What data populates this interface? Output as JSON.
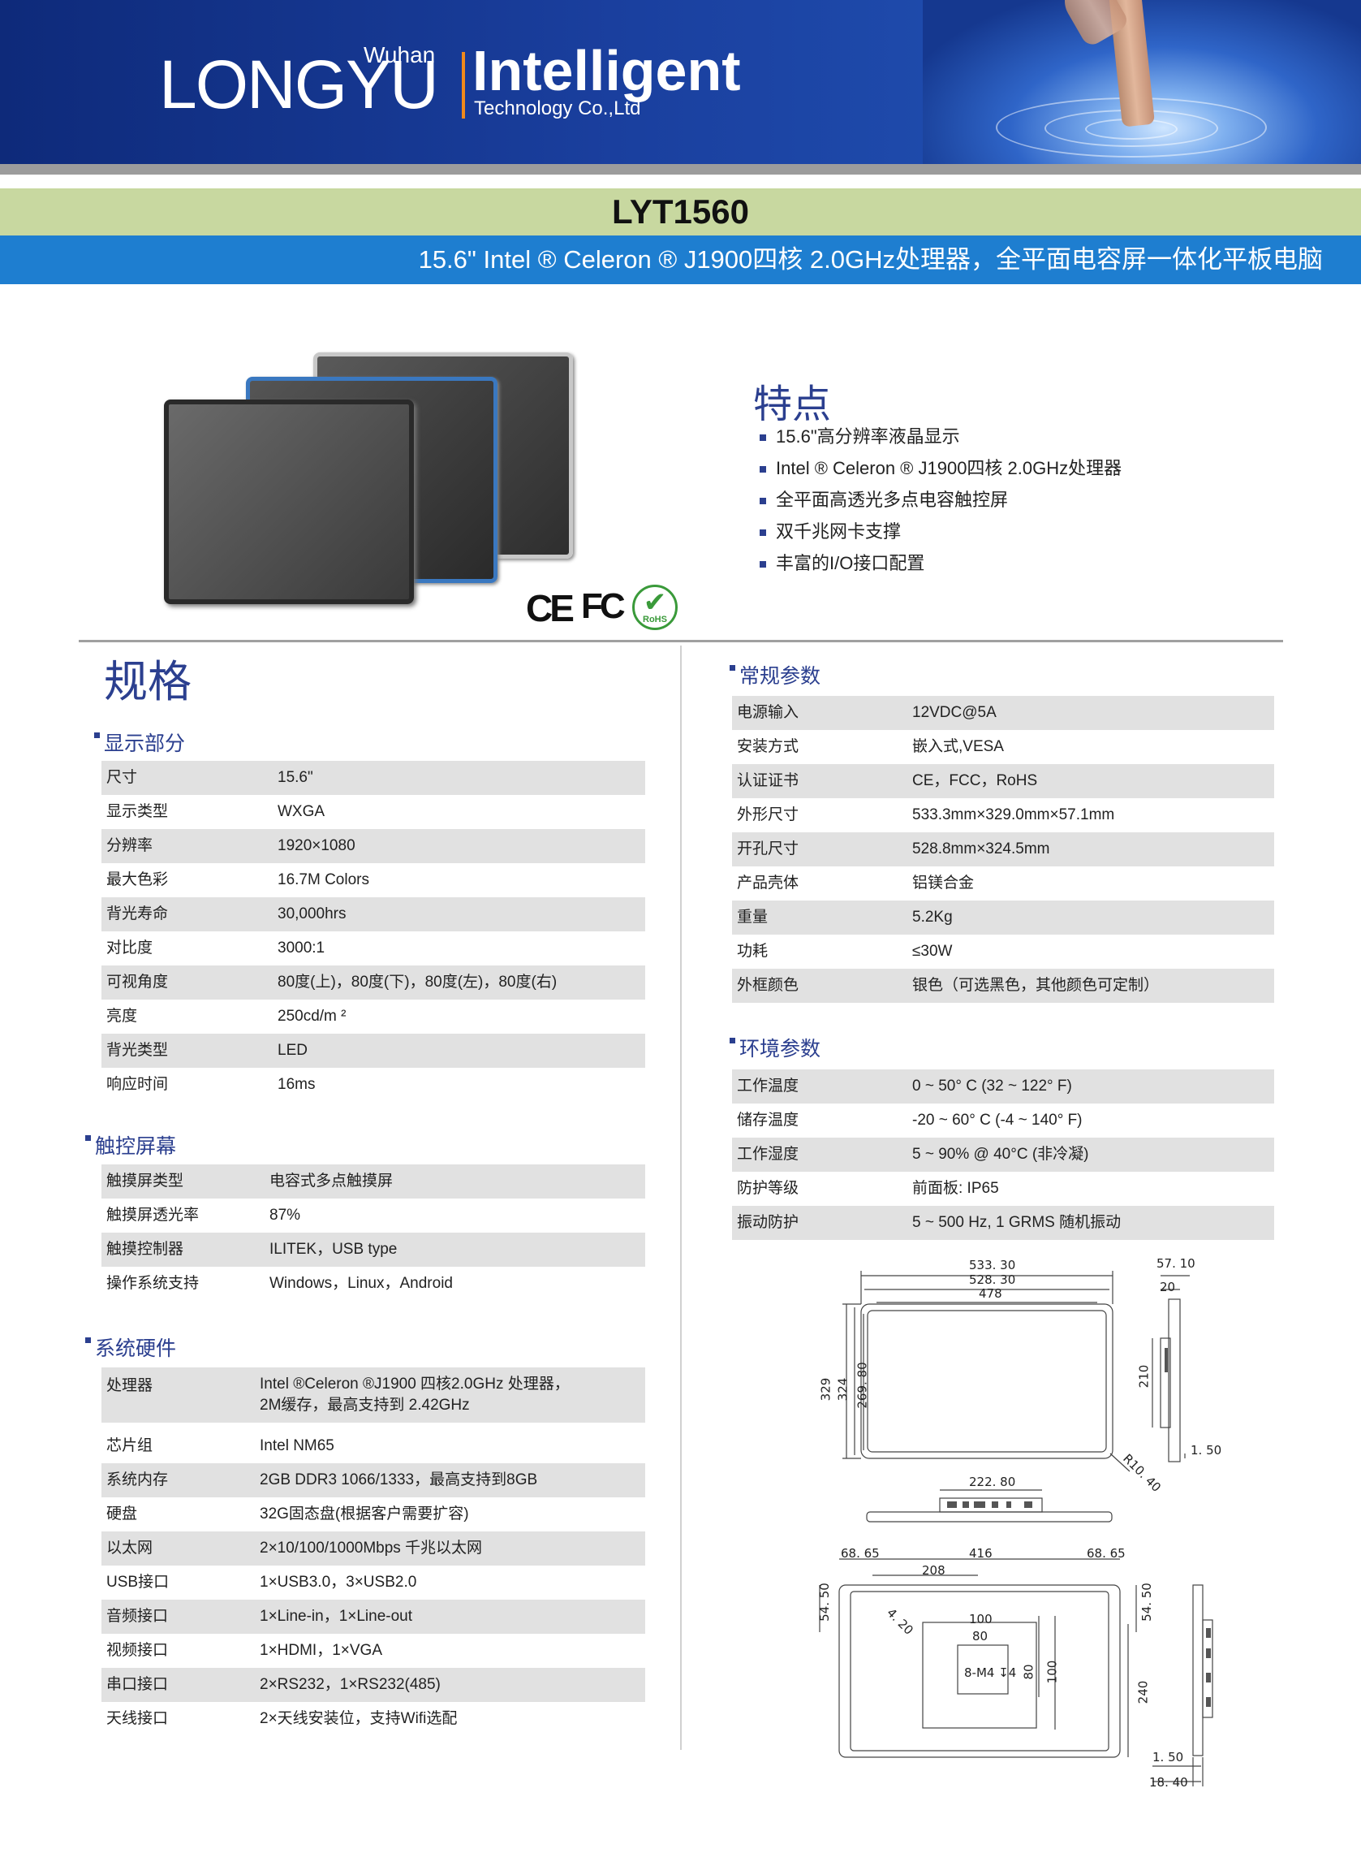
{
  "header": {
    "logo_wuhan": "Wuhan",
    "logo_longyu": "LONGYU",
    "logo_intelligent": "Intelligent",
    "logo_tech": "Technology Co.,Ltd"
  },
  "model": "LYT1560",
  "subtitle": "15.6\"  Intel  ® Celeron ® J1900四核 2.0GHz处理器，全平面电容屏一体化平板电脑",
  "features": {
    "title": "特点",
    "items": [
      "15.6\"高分辨率液晶显示",
      "Intel ® Celeron  ® J1900四核 2.0GHz处理器",
      "全平面高透光多点电容触控屏",
      "双千兆网卡支撑",
      "丰富的I/O接口配置"
    ]
  },
  "certs": {
    "ce": "CE",
    "fc": "FC",
    "rohs": "RoHS"
  },
  "spec_title": "规格",
  "display": {
    "title": "显示部分",
    "rows": [
      {
        "k": "尺寸",
        "v": "15.6\""
      },
      {
        "k": "显示类型",
        "v": "WXGA"
      },
      {
        "k": "分辨率",
        "v": "1920×1080"
      },
      {
        "k": "最大色彩",
        "v": "16.7M Colors"
      },
      {
        "k": "背光寿命",
        "v": "30,000hrs"
      },
      {
        "k": "对比度",
        "v": "3000:1"
      },
      {
        "k": "可视角度",
        "v": "80度(上)，80度(下)，80度(左)，80度(右)"
      },
      {
        "k": "亮度",
        "v": "250cd/m ²"
      },
      {
        "k": "背光类型",
        "v": "LED"
      },
      {
        "k": "响应时间",
        "v": "16ms"
      }
    ]
  },
  "touch": {
    "title": "触控屏幕",
    "rows": [
      {
        "k": "触摸屏类型",
        "v": "电容式多点触摸屏"
      },
      {
        "k": "触摸屏透光率",
        "v": "87%"
      },
      {
        "k": "触摸控制器",
        "v": "ILITEK，USB type"
      },
      {
        "k": "操作系统支持",
        "v": "Windows，Linux，Android"
      }
    ]
  },
  "hardware": {
    "title": "系统硬件",
    "rows": [
      {
        "k": "处理器",
        "v": "Intel ®Celeron  ®J1900 四核2.0GHz 处理器，",
        "v2": "2M缓存，最高支持到   2.42GHz"
      },
      {
        "k": "芯片组",
        "v": "Intel NM65"
      },
      {
        "k": "系统内存",
        "v": "2GB DDR3 1066/1333，最高支持到8GB"
      },
      {
        "k": "硬盘",
        "v": "32G固态盘(根据客户需要扩容)"
      },
      {
        "k": "以太网",
        "v": "2×10/100/1000Mbps 千兆以太网"
      },
      {
        "k": "USB接口",
        "v": "1×USB3.0，3×USB2.0"
      },
      {
        "k": "音频接口",
        "v": "1×Line-in，1×Line-out"
      },
      {
        "k": "视频接口",
        "v": "1×HDMI，1×VGA"
      },
      {
        "k": "串口接口",
        "v": "2×RS232，1×RS232(485)"
      },
      {
        "k": "天线接口",
        "v": "2×天线安装位，支持Wifi选配"
      }
    ]
  },
  "general": {
    "title": "常规参数",
    "rows": [
      {
        "k": "电源输入",
        "v": "12VDC@5A"
      },
      {
        "k": "安装方式",
        "v": "嵌入式,VESA"
      },
      {
        "k": "认证证书",
        "v": "CE，FCC，RoHS"
      },
      {
        "k": "外形尺寸",
        "v": "533.3mm×329.0mm×57.1mm"
      },
      {
        "k": "开孔尺寸",
        "v": "528.8mm×324.5mm"
      },
      {
        "k": "产品壳体",
        "v": "铝镁合金"
      },
      {
        "k": "重量",
        "v": "5.2Kg"
      },
      {
        "k": "功耗",
        "v": "≤30W"
      },
      {
        "k": "外框颜色",
        "v": "银色（可选黑色，其他颜色可定制）"
      }
    ]
  },
  "environment": {
    "title": "环境参数",
    "rows": [
      {
        "k": "工作温度",
        "v": "0 ~ 50° C (32 ~ 122° F)"
      },
      {
        "k": "储存温度",
        "v": "-20 ~ 60° C (-4 ~ 140° F)"
      },
      {
        "k": "工作湿度",
        "v": "5 ~ 90% @ 40°C (非冷凝)"
      },
      {
        "k": "防护等级",
        "v": "前面板: IP65"
      },
      {
        "k": "振动防护",
        "v": "5 ~ 500 Hz, 1 GRMS 随机振动"
      }
    ]
  },
  "drawing": {
    "d1": "533. 30",
    "d2": "528. 30",
    "d3": "478",
    "d4": "57. 10",
    "d5": "20",
    "d6": "329",
    "d7": "324",
    "d8": "269. 80",
    "d9": "210",
    "d10": "1. 50",
    "d11": "R10. 40",
    "d12": "222. 80",
    "d13": "68. 65",
    "d14": "416",
    "d15": "68. 65",
    "d16": "208",
    "d17": "54. 50",
    "d18": "54. 50",
    "d19": "4. 20",
    "d20": "100",
    "d21": "80",
    "d22": "80",
    "d23": "100",
    "d24": "8-M4 ↧4",
    "d25": "240",
    "d26": "1. 50",
    "d27": "18. 40"
  }
}
